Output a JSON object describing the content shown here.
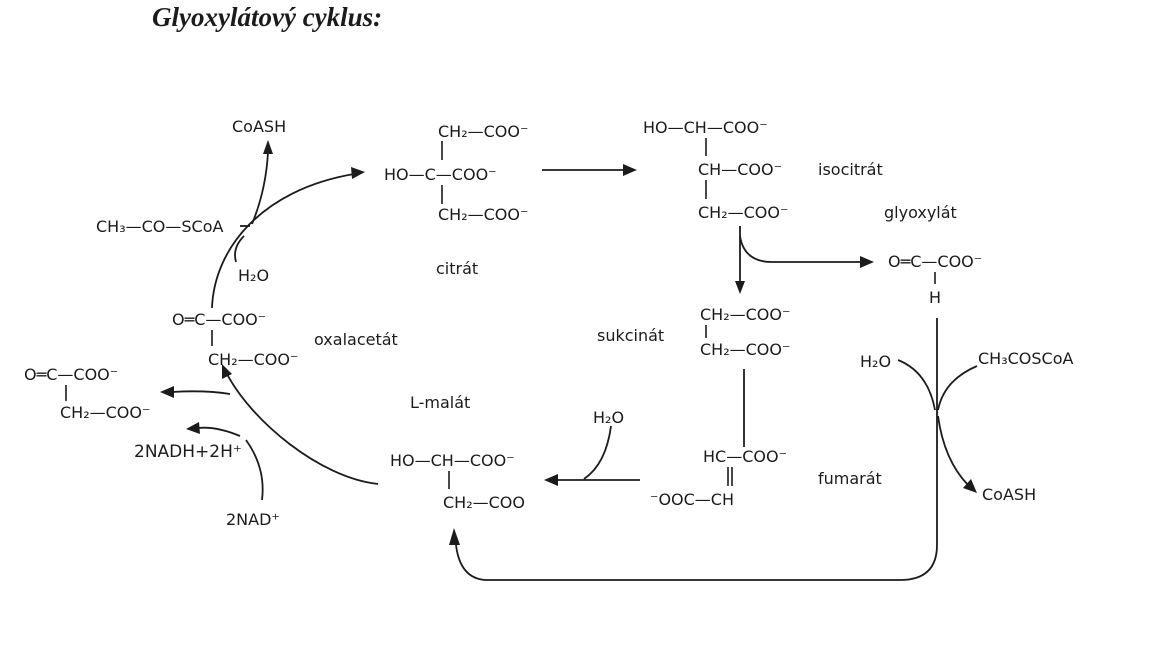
{
  "title": "Glyoxylátový cyklus:",
  "compounds": {
    "citrate": {
      "name": "citrát",
      "row1": "CH₂—COO⁻",
      "row2": "HO—C—COO⁻",
      "row3": "CH₂—COO⁻"
    },
    "isocitrate": {
      "name": "isocitrát",
      "row1": "HO—CH—COO⁻",
      "row2": "CH—COO⁻",
      "row3": "CH₂—COO⁻"
    },
    "glyoxylate": {
      "name": "glyoxylát",
      "row1": "O═C—COO⁻",
      "row2": "H"
    },
    "succinate": {
      "name": "sukcinát",
      "row1": "CH₂—COO⁻",
      "row2": "CH₂—COO⁻"
    },
    "fumarate": {
      "name": "fumarát",
      "row1": "HC—COO⁻",
      "row2": "⁻OOC—CH"
    },
    "malate": {
      "name": "L-malát",
      "row1": "HO—CH—COO⁻",
      "row2": "CH₂—COO"
    },
    "oxaloacetate": {
      "name": "oxalacetát",
      "row1": "O═C—COO⁻",
      "row2": "CH₂—COO⁻"
    },
    "oxaloacetate_left": {
      "row1": "O═C—COO⁻",
      "row2": "CH₂—COO⁻"
    }
  },
  "reagents": {
    "coash_top": "CoASH",
    "acetyl_coa": "CH₃—CO—SCoA",
    "h2o_left": "H₂O",
    "nadh": "2NADH+2H⁺",
    "nad": "2NAD⁺",
    "h2o_mid": "H₂O",
    "h2o_right": "H₂O",
    "acetyl_coa_right": "CH₃COSCoA",
    "coash_right": "CoASH"
  }
}
